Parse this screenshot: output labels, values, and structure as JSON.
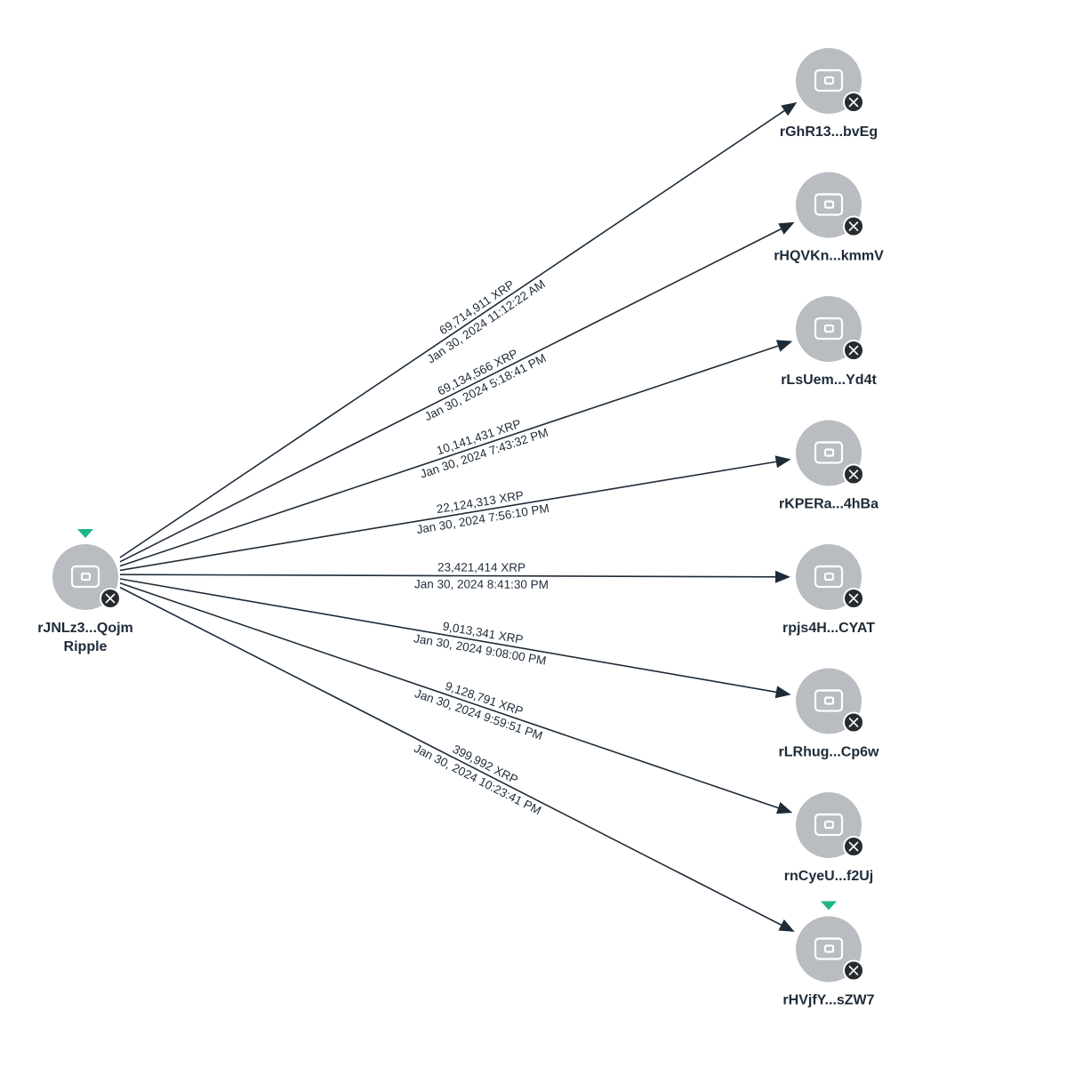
{
  "colors": {
    "edge": "#1e2b38",
    "node": "#b9bcc1",
    "close_badge": "#262b30",
    "marker": "#1fb58a"
  },
  "source": {
    "address": "rJNLz3...Qojm",
    "entity": "Ripple",
    "icon": "wallet-icon",
    "marked": true
  },
  "targets": [
    {
      "address": "rGhR13...bvEg",
      "icon": "wallet-icon",
      "marked": false
    },
    {
      "address": "rHQVKn...kmmV",
      "icon": "wallet-icon",
      "marked": false
    },
    {
      "address": "rLsUem...Yd4t",
      "icon": "wallet-icon",
      "marked": false
    },
    {
      "address": "rKPERa...4hBa",
      "icon": "wallet-icon",
      "marked": false
    },
    {
      "address": "rpjs4H...CYAT",
      "icon": "wallet-icon",
      "marked": false
    },
    {
      "address": "rLRhug...Cp6w",
      "icon": "wallet-icon",
      "marked": false
    },
    {
      "address": "rnCyeU...f2Uj",
      "icon": "wallet-icon",
      "marked": false
    },
    {
      "address": "rHVjfY...sZW7",
      "icon": "wallet-icon",
      "marked": true
    }
  ],
  "edges": [
    {
      "amount": "69,714,911 XRP",
      "time": "Jan 30, 2024 11:12:22 AM"
    },
    {
      "amount": "69,134,566 XRP",
      "time": "Jan 30, 2024 5:18:41 PM"
    },
    {
      "amount": "10,141,431 XRP",
      "time": "Jan 30, 2024 7:43:32 PM"
    },
    {
      "amount": "22,124,313 XRP",
      "time": "Jan 30, 2024 7:56:10 PM"
    },
    {
      "amount": "23,421,414 XRP",
      "time": "Jan 30, 2024 8:41:30 PM"
    },
    {
      "amount": "9,013,341 XRP",
      "time": "Jan 30, 2024 9:08:00 PM"
    },
    {
      "amount": "9,128,791 XRP",
      "time": "Jan 30, 2024 9:59:51 PM"
    },
    {
      "amount": "399,992 XRP",
      "time": "Jan 30, 2024 10:23:41 PM"
    }
  ]
}
